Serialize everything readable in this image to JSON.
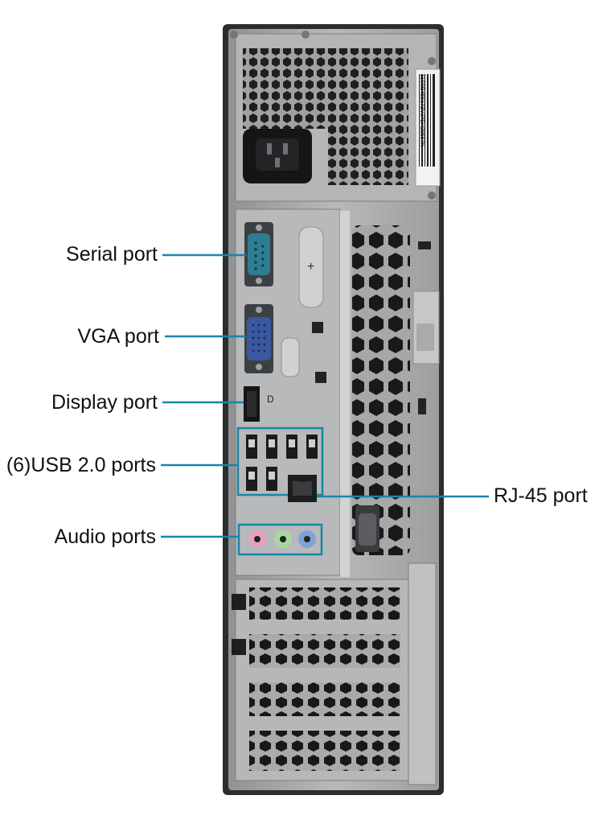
{
  "labels": {
    "serial": "Serial port",
    "vga": "VGA port",
    "display": "Display port",
    "usb": "(6)USB 2.0 ports",
    "audio": "Audio ports",
    "rj45": "RJ-45 port"
  },
  "psu_sticker": "11S0B45517ZVJ7EH28557K",
  "colors": {
    "callout_line": "#1a86a8",
    "chassis": "#a9abad",
    "chassis_dark": "#3a3b3d",
    "serial_port": "#2f7d92",
    "vga_port": "#3a58a0",
    "audio_pink": "#e7a0c2",
    "audio_green": "#a8d8a0",
    "audio_blue": "#7fa3d9"
  }
}
